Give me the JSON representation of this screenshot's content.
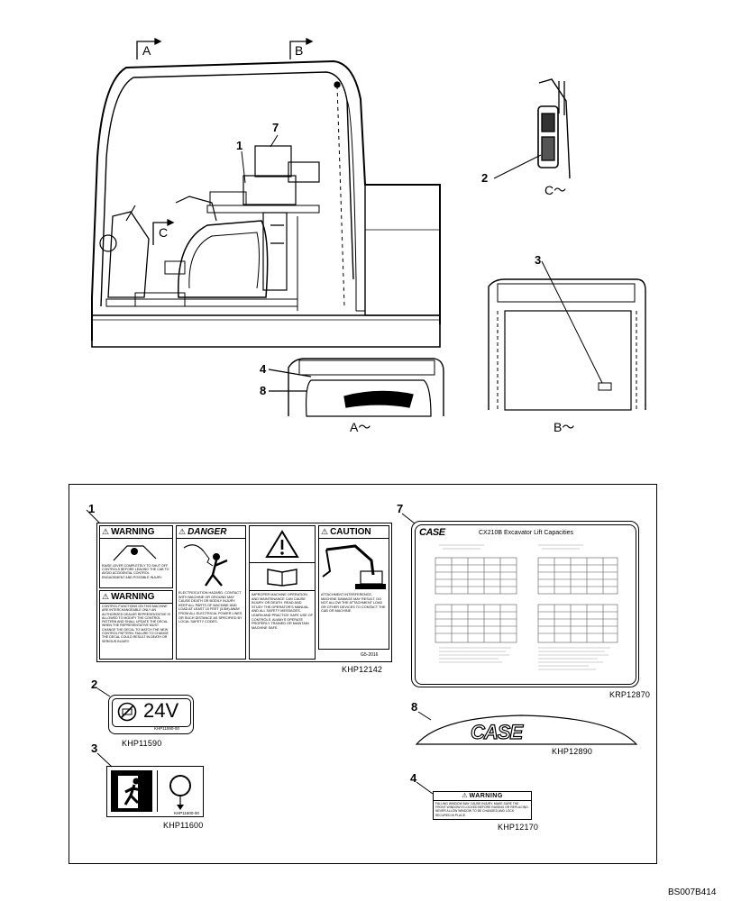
{
  "top_view": {
    "section_labels": {
      "a": "A",
      "b": "B",
      "c": "C"
    },
    "view_captions": {
      "a": "A～",
      "b": "B～",
      "c": "C～"
    },
    "callouts": [
      "1",
      "2",
      "3",
      "4",
      "7",
      "8"
    ]
  },
  "decals": {
    "item1": {
      "callout": "1",
      "part_no": "KHP12142",
      "small_code": "G5-2016",
      "warning_1": {
        "header": "WARNING",
        "text": "RAISE LEVER COMPLETELY TO SHUT OFF CONTROLS BEFORE LEAVING THE CAB TO AVOID ACCIDENTAL CONTROL ENGAGEMENT AND POSSIBLE INJURY."
      },
      "warning_2": {
        "header": "WARNING",
        "text": "CONTROL FUNCTIONS ON THIS MACHINE ARE INTERCHANGEABLE ONLY AN AUTHORIZED DEALER REPRESENTATIVE IS ALLOWED TO MODIFY THE CONTROL PATTERN AND SHALL UPDATE THE DECAL WHEN THE REPRESENTATIVE MUST CHANGE THE DECAL TO MATCH THE NEW CONTROL PATTERN. FAILURE TO CHANGE THE DECAL COULD RESULT IN DEATH OR SERIOUS INJURY."
      },
      "danger": {
        "header": "DANGER",
        "text": "ELECTROCUTION HAZARD. CONTACT WITH MACHINE OR GROUND MAY CAUSE DEATH OR BODILY INJURY. KEEP ALL PARTS OF MACHINE AND LOAD AT LEAST 10 FEET (3.5M) AWAY FROM ALL ELECTRICAL POWER LINES OR SUCH DISTANCE AS SPECIFIED BY LOCAL SAFETY CODES."
      },
      "manual": {
        "text": "IMPROPER MACHINE OPERATION AND MAINTENANCE CAN CAUSE INJURY OR DEATH. READ AND STUDY THE OPERATOR'S MANUAL AND ALL SAFETY MESSAGES. LEARN AND PRACTICE SAFE USE OF CONTROLS. ALWAYS OPERATE PROPERLY TRAINED OR MAINTAIN MACHINE SAFE."
      },
      "caution": {
        "header": "CAUTION",
        "text": "ATTACHMENT INTERFERENCE. MACHINE DAMAGE MAY RESULT. DO NOT ALLOW THE ATTACHMENT LOAD OR OTHER DEVICES TO CONTACT THE CAB OR MACHINE."
      }
    },
    "item2": {
      "callout": "2",
      "part_no": "KHP11590",
      "voltage": "24V",
      "small_code": "KHP11590-00"
    },
    "item3": {
      "callout": "3",
      "part_no": "KHP11600",
      "small_code": "KHP11600-00"
    },
    "item4": {
      "callout": "4",
      "part_no": "KHP12170",
      "header": "WARNING",
      "text": "FALLING WINDOW MAY CAUSE INJURY. MAKE SURE THE FRONT WINDOW IS LOCKED BEFORE RAISING OR REPLACING. NEVER ALLOW WINDOW TO BE CHANGED AND LOCK SECURED IN PLACE."
    },
    "item7": {
      "callout": "7",
      "part_no": "KRP12870",
      "brand": "CASE",
      "title": "CX210B Excavator Lift Capacities"
    },
    "item8": {
      "callout": "8",
      "part_no": "KHP12890",
      "brand": "CASE"
    }
  },
  "footer": {
    "figure_id": "BS007B414"
  }
}
